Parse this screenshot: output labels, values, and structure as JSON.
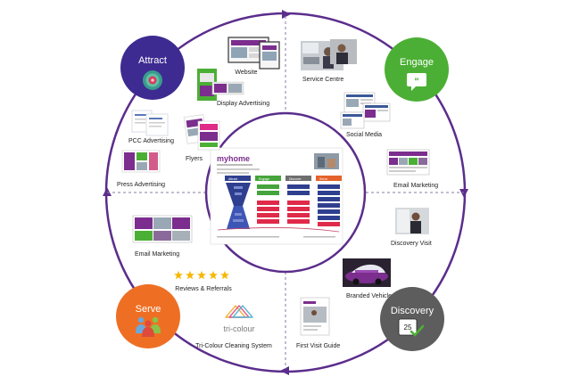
{
  "colors": {
    "ring": "#5b2d8c",
    "attract": "#3d2b91",
    "engage": "#4caf35",
    "serve": "#ee6f24",
    "discovery": "#5d5d5d",
    "panel_attract": "#2f3f8f",
    "panel_engage": "#45a43b",
    "panel_discover": "#6e6e6e",
    "panel_serve": "#e4632c",
    "brand_purple": "#7b2e8e",
    "star": "#f5b800"
  },
  "stages": {
    "attract": {
      "label": "Attract",
      "icon": "target-icon"
    },
    "engage": {
      "label": "Engage",
      "icon": "speech-bubble-icon"
    },
    "serve": {
      "label": "Serve",
      "icon": "people-icon"
    },
    "discovery": {
      "label": "Discovery",
      "icon": "calendar-check-icon",
      "calendar_number": "25"
    }
  },
  "items": {
    "website": "Website",
    "display_advertising": "Display Advertising",
    "pcc_advertising": "PCC Advertising",
    "flyers": "Flyers",
    "press_advertising": "Press Advertising",
    "service_centre": "Service Centre",
    "social_media": "Social Media",
    "email_marketing_right": "Email Marketing",
    "discovery_visit": "Discovery Visit",
    "branded_vehicle": "Branded Vehicle",
    "first_visit_guide": "First Visit Guide",
    "email_marketing_left": "Email Marketing",
    "reviews_referrals": "Reviews & Referrals",
    "tricolour_cleaning": "Tri-Colour Cleaning System"
  },
  "rating": {
    "stars": 5
  },
  "tricolour_logo": "tri-colour",
  "center": {
    "brand": "myhome",
    "panels": [
      "Attract",
      "Engage",
      "Discover",
      "Serve"
    ]
  }
}
